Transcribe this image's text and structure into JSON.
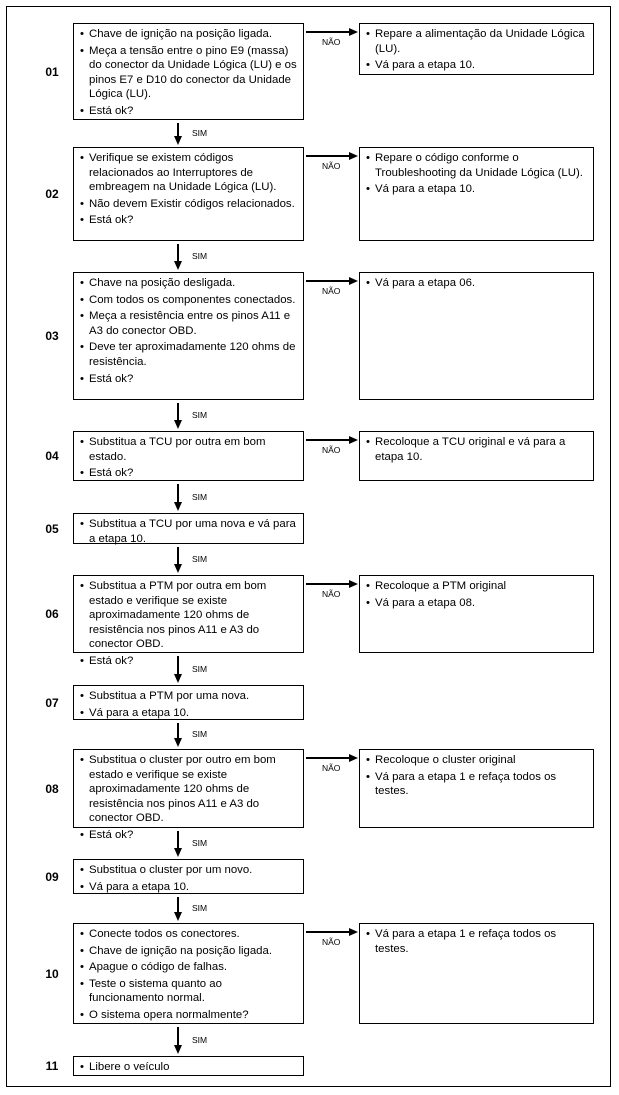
{
  "flowchart": {
    "yes_label": "SIM",
    "no_label": "NÃO",
    "steps": [
      {
        "number": "01",
        "items": [
          "Chave de ignição na posição ligada.",
          "Meça a tensão entre o pino E9 (massa) do conector da Unidade Lógica (LU) e os pinos E7 e D10 do conector da Unidade Lógica (LU).",
          "Está ok?"
        ],
        "no_items": [
          "Repare a alimentação da Unidade Lógica (LU).",
          "Vá para a etapa 10."
        ]
      },
      {
        "number": "02",
        "items": [
          "Verifique se existem códigos relacionados ao Interruptores de embreagem na Unidade Lógica (LU).",
          "Não devem Existir códigos relacionados.",
          "Está ok?"
        ],
        "no_items": [
          "Repare o código conforme o Troubleshooting da Unidade Lógica (LU).",
          "Vá para a etapa 10."
        ]
      },
      {
        "number": "03",
        "items": [
          "Chave na posição desligada.",
          "Com todos os componentes conectados.",
          "Meça a resistência entre os pinos A11 e A3 do conector OBD.",
          "Deve ter aproximadamente 120 ohms de resistência.",
          "Está ok?"
        ],
        "no_items": [
          "Vá para a etapa 06."
        ]
      },
      {
        "number": "04",
        "items": [
          "Substitua a TCU por outra em bom estado.",
          "Está ok?"
        ],
        "no_items": [
          "Recoloque a TCU original e vá para a etapa 10."
        ]
      },
      {
        "number": "05",
        "items": [
          "Substitua a TCU por uma nova e vá para a etapa 10."
        ]
      },
      {
        "number": "06",
        "items": [
          "Substitua a PTM por outra em bom estado e verifique se existe aproximadamente 120 ohms de resistência nos pinos A11 e A3 do conector OBD.",
          "Está ok?"
        ],
        "no_items": [
          "Recoloque a PTM original",
          "Vá para a etapa 08."
        ]
      },
      {
        "number": "07",
        "items": [
          "Substitua a PTM por uma nova.",
          "Vá para a etapa 10."
        ]
      },
      {
        "number": "08",
        "items": [
          "Substitua o cluster por outro em bom estado e verifique se existe aproximadamente 120 ohms de resistência nos pinos A11 e A3 do conector OBD.",
          "Está ok?"
        ],
        "no_items": [
          "Recoloque o cluster original",
          "Vá para a etapa 1 e refaça todos os testes."
        ]
      },
      {
        "number": "09",
        "items": [
          "Substitua o cluster por um novo.",
          "Vá para a etapa 10."
        ]
      },
      {
        "number": "10",
        "items": [
          "Conecte todos os conectores.",
          "Chave de ignição na posição ligada.",
          "Apague o código de falhas.",
          "Teste o sistema quanto ao funcionamento normal.",
          "O sistema opera normalmente?"
        ],
        "no_items": [
          "Vá para a etapa 1 e refaça todos os testes."
        ]
      },
      {
        "number": "11",
        "items": [
          "Libere o veículo"
        ]
      }
    ]
  }
}
